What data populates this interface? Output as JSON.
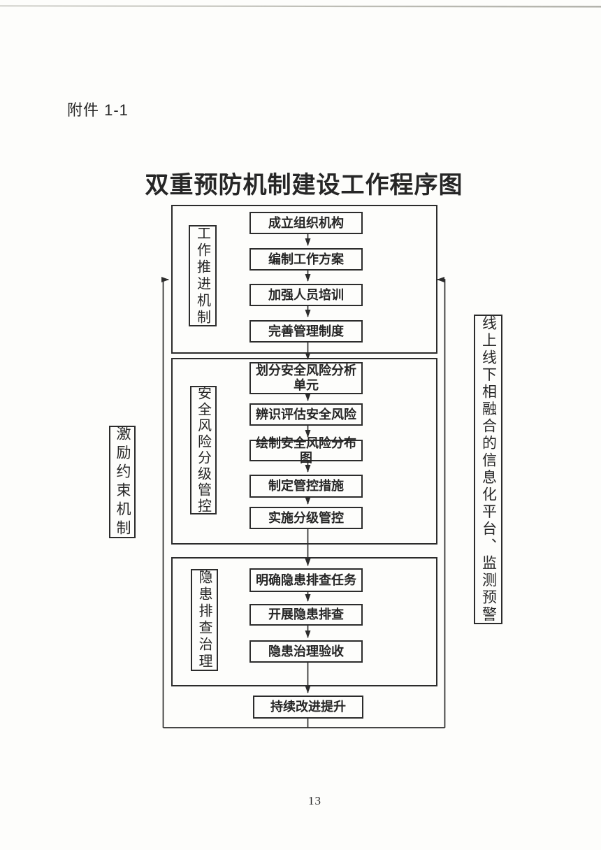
{
  "page": {
    "attachment_label": "附件 1-1",
    "title": "双重预防机制建设工作程序图",
    "page_number": "13"
  },
  "flowchart": {
    "sections": [
      {
        "label": "工作推进机制",
        "steps": [
          "成立组织机构",
          "编制工作方案",
          "加强人员培训",
          "完善管理制度"
        ]
      },
      {
        "label": "安全风险分级管控",
        "steps": [
          "划分安全风险分析单元",
          "辨识评估安全风险",
          "绘制安全风险分布图",
          "制定管控措施",
          "实施分级管控"
        ]
      },
      {
        "label": "隐患排查治理",
        "steps": [
          "明确隐患排查任务",
          "开展隐患排查",
          "隐患治理验收"
        ]
      }
    ],
    "final_step": "持续改进提升",
    "side_left": "激励约束机制",
    "side_right": "线上线下相融合的信息化平台、监测预警",
    "colors": {
      "ink": "#2c2c2c",
      "paper": "#fdfdfb"
    }
  }
}
